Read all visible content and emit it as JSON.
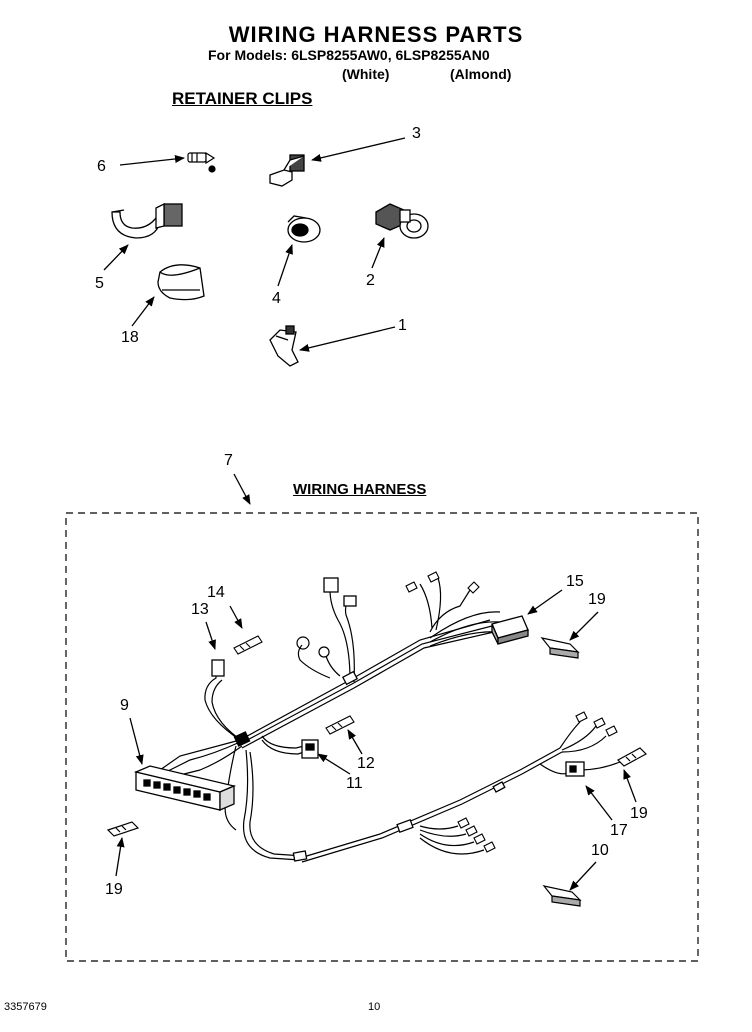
{
  "header": {
    "title": "WIRING HARNESS PARTS",
    "models": "For Models: 6LSP8255AW0, 6LSP8255AN0",
    "variant_white": "(White)",
    "variant_almond": "(Almond)"
  },
  "sections": {
    "retainer_clips": "RETAINER CLIPS",
    "wiring_harness": "WIRING HARNESS"
  },
  "callouts": {
    "c1": "1",
    "c2": "2",
    "c3": "3",
    "c4": "4",
    "c5": "5",
    "c6": "6",
    "c18": "18",
    "c7": "7",
    "c9": "9",
    "c10": "10",
    "c11": "11",
    "c12": "12",
    "c13": "13",
    "c14": "14",
    "c15": "15",
    "c17": "17",
    "c19a": "19",
    "c19b": "19",
    "c19c": "19"
  },
  "footer": {
    "doc_number": "3357679",
    "page_number": "10"
  }
}
